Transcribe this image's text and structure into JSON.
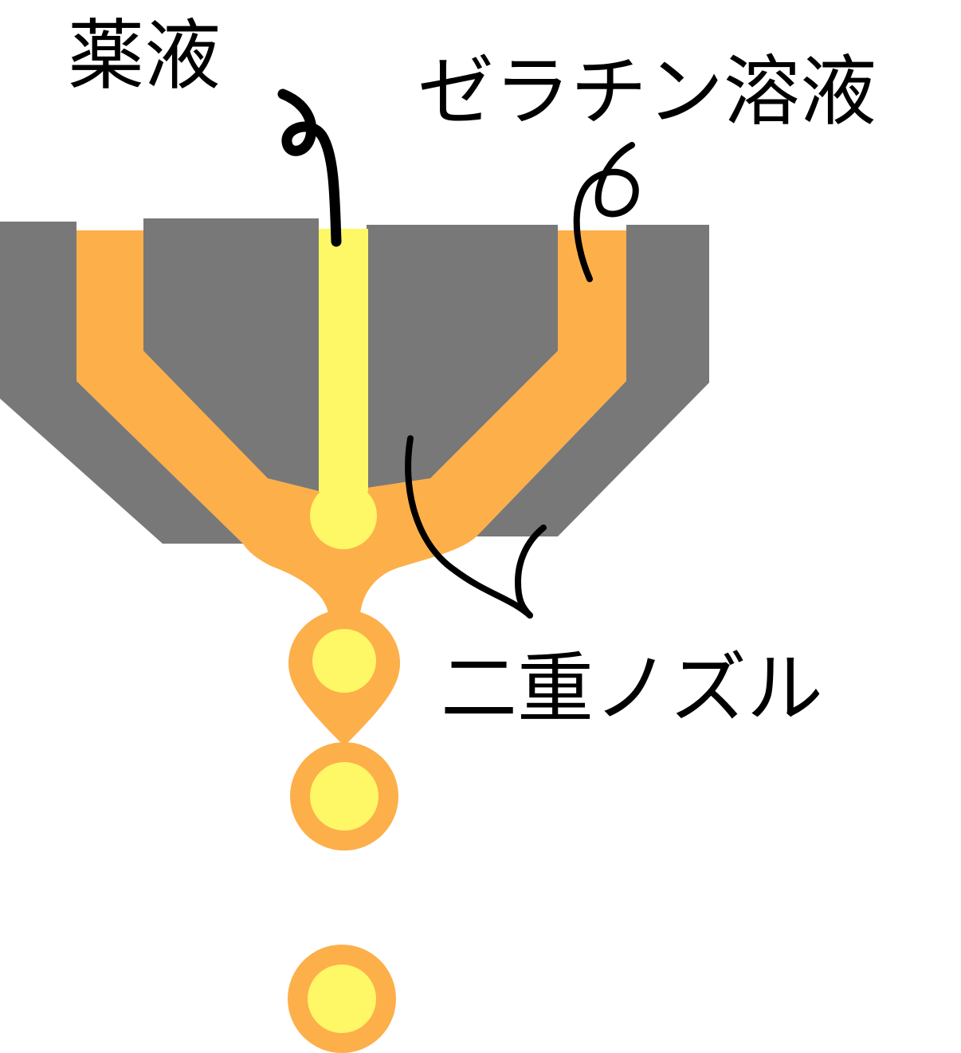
{
  "labels": {
    "drug_solution": "薬液",
    "gelatin_solution": "ゼラチン溶液",
    "double_nozzle": "二重ノズル"
  },
  "colors": {
    "nozzle_body": "#787878",
    "gelatin": "#FDAF4A",
    "drug": "#FEF766",
    "leader_line": "#000000",
    "text": "#000000",
    "background": "#FFFFFF"
  }
}
